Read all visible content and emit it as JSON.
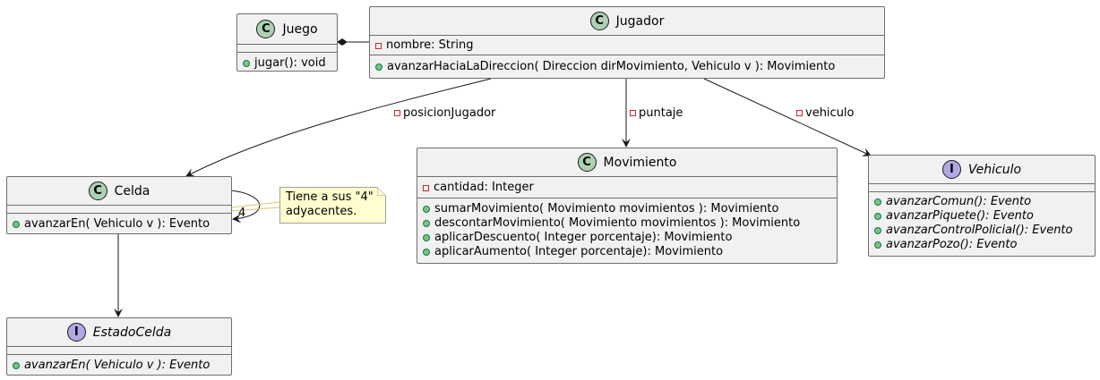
{
  "classes": {
    "juego": {
      "name": "Juego",
      "stereo": "C",
      "fields": [],
      "methods": [
        {
          "vis": "public",
          "text": "jugar(): void"
        }
      ]
    },
    "jugador": {
      "name": "Jugador",
      "stereo": "C",
      "fields": [
        {
          "vis": "private",
          "text": "nombre: String"
        }
      ],
      "methods": [
        {
          "vis": "public",
          "text": "avanzarHaciaLaDireccion( Direccion dirMovimiento, Vehiculo v ): Movimiento"
        }
      ]
    },
    "celda": {
      "name": "Celda",
      "stereo": "C",
      "fields": [],
      "methods": [
        {
          "vis": "public",
          "text": "avanzarEn( Vehiculo v ): Evento"
        }
      ]
    },
    "movimiento": {
      "name": "Movimiento",
      "stereo": "C",
      "fields": [
        {
          "vis": "private",
          "text": "cantidad: Integer"
        }
      ],
      "methods": [
        {
          "vis": "public",
          "text": "sumarMovimiento( Movimiento movimientos ): Movimiento"
        },
        {
          "vis": "public",
          "text": "descontarMovimiento( Movimiento movimientos ): Movimiento"
        },
        {
          "vis": "public",
          "text": "aplicarDescuento( Integer porcentaje): Movimiento"
        },
        {
          "vis": "public",
          "text": "aplicarAumento( Integer porcentaje): Movimiento"
        }
      ]
    },
    "vehiculo": {
      "name": "Vehiculo",
      "stereo": "I",
      "fields": [],
      "methods": [
        {
          "vis": "public",
          "text": "avanzarComun(): Evento"
        },
        {
          "vis": "public",
          "text": "avanzarPiquete(): Evento"
        },
        {
          "vis": "public",
          "text": "avanzarControlPolicial(): Evento"
        },
        {
          "vis": "public",
          "text": "avanzarPozo(): Evento"
        }
      ]
    },
    "estadoCelda": {
      "name": "EstadoCelda",
      "stereo": "I",
      "fields": [],
      "methods": [
        {
          "vis": "public",
          "text": "avanzarEn( Vehiculo v ): Evento"
        }
      ]
    }
  },
  "edges": {
    "posicion": {
      "label": "posicionJugador",
      "vis": "private"
    },
    "puntaje": {
      "label": "puntaje",
      "vis": "private"
    },
    "vehiculo": {
      "label": "vehiculo",
      "vis": "private"
    },
    "self_multiplicity": "4"
  },
  "note": {
    "line1": "Tiene a sus \"4\"",
    "line2": "adyacentes."
  }
}
